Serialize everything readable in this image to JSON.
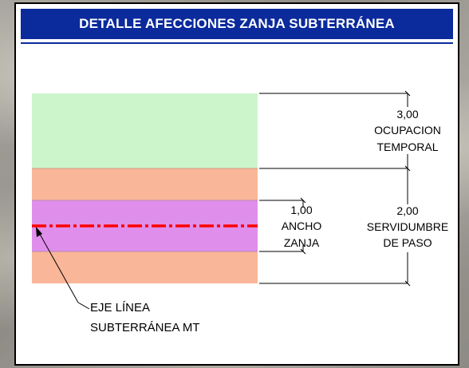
{
  "title": "DETALLE AFECCIONES ZANJA SUBTERRÁNEA",
  "zones": {
    "ocupacion_color": "#ccf5cc",
    "servidumbre_color": "#f9b698",
    "zanja_color": "#e08eeb",
    "axis_color": "#ff0000"
  },
  "dim_ocupacion": {
    "value": "3,00",
    "line1": "OCUPACION",
    "line2": "TEMPORAL"
  },
  "dim_servidumbre": {
    "value": "2,00",
    "line1": "SERVIDUMBRE",
    "line2": "DE PASO"
  },
  "dim_zanja": {
    "value": "1,00",
    "line1": "ANCHO",
    "line2": "ZANJA"
  },
  "eje_label": {
    "line1": "EJE LÍNEA",
    "line2": "SUBTERRÁNEA MT"
  }
}
